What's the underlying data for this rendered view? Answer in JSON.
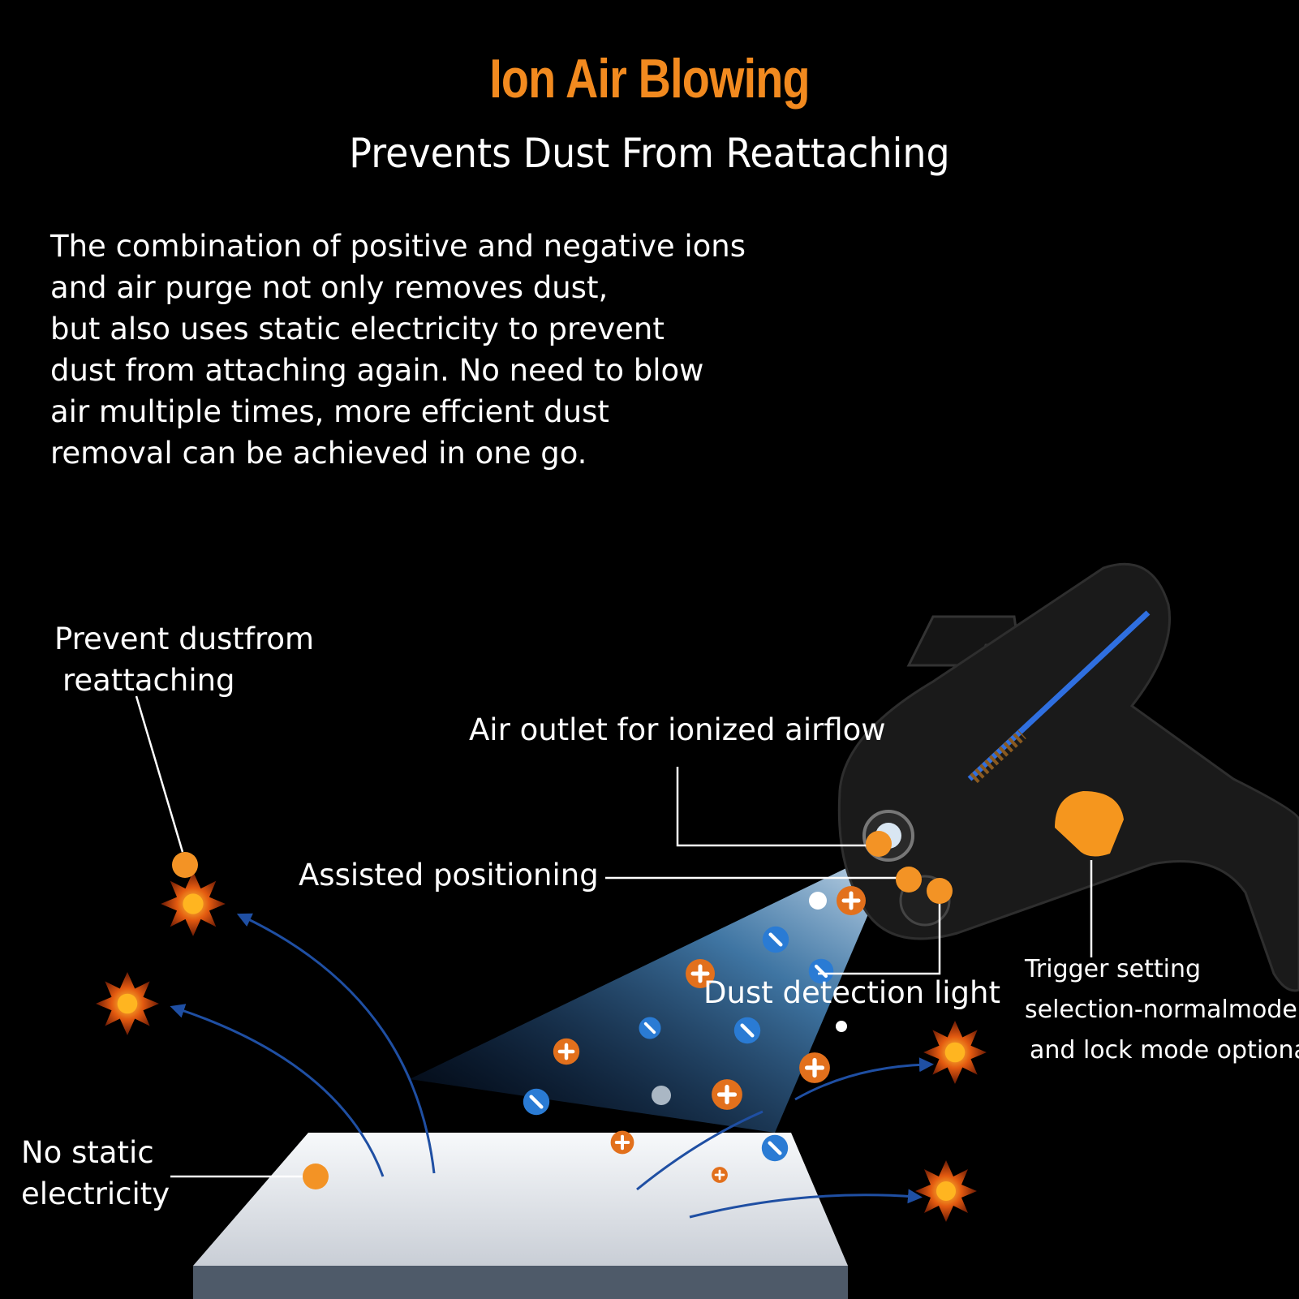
{
  "header": {
    "title": "Ion Air Blowing",
    "subtitle": "Prevents Dust From Reattaching"
  },
  "description": {
    "lines": [
      "The combination of positive and negative ions",
      "and air purge not only removes dust,",
      "but also uses static electricity to prevent",
      "dust from attaching again. No need to blow",
      "air multiple times, more effcient dust",
      "removal can be achieved in one go."
    ]
  },
  "callouts": {
    "prevent_dust": [
      "Prevent dustfrom",
      "reattaching"
    ],
    "air_outlet": "Air outlet for ionized airflow",
    "assisted_positioning": "Assisted positioning",
    "dust_detection": "Dust detection light",
    "trigger": [
      "Trigger setting",
      "selection-normalmode",
      "and lock mode optional"
    ],
    "no_static": [
      "No static",
      "electricity"
    ]
  },
  "colors": {
    "background": "#000000",
    "title_accent": "#f28a1f",
    "text": "#ffffff",
    "marker": "#f39325",
    "ion_negative": "#2a7bd4",
    "arrow": "#1f4fa3",
    "tool_body": "#1a1a1a",
    "tool_stripe": "#2f6fe0"
  },
  "icons": {
    "positive_ion": "plus-ion-icon",
    "negative_ion": "minus-ion-icon",
    "dust_particle": "spiky-dust-icon"
  }
}
